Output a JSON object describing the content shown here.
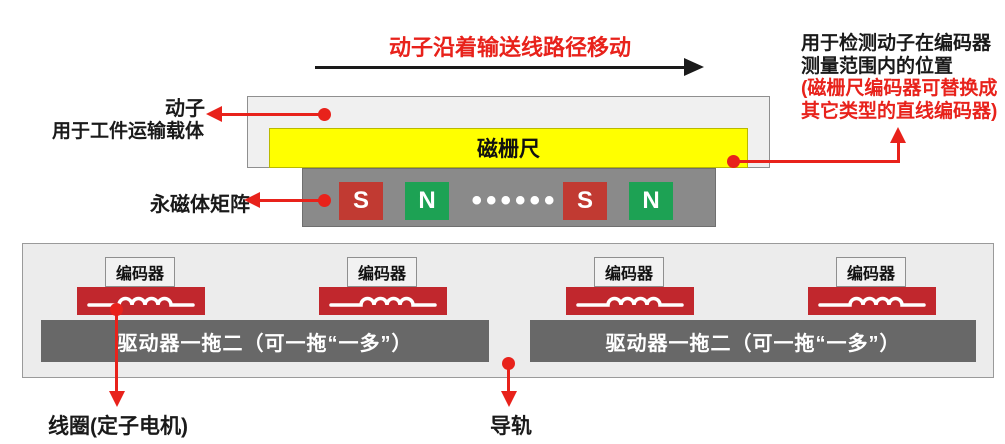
{
  "flow": {
    "label": "动子沿着输送线路径移动"
  },
  "annotation": {
    "line1": "用于检测动子在编码器",
    "line2": "测量范围内的位置",
    "line3": "(磁栅尺编码器可替换成",
    "line4": "其它类型的直线编码器)"
  },
  "mover": {
    "label": "动子",
    "sublabel": "用于工件运输载体",
    "scale_label": "磁栅尺",
    "magnet_label": "永磁体矩阵",
    "magnets": [
      {
        "pole": "S"
      },
      {
        "pole": "N"
      },
      {
        "pole": "S"
      },
      {
        "pole": "N"
      }
    ],
    "dots": "••••••"
  },
  "rail": {
    "encoder_label": "编码器",
    "driver_label": "驱动器一拖二（可一拖“一多”）",
    "coil_label": "线圈(定子电机)",
    "rail_label": "导轨",
    "coil_icon": "inductor-coil"
  },
  "colors": {
    "accent_red": "#e8221b",
    "scale_yellow": "#ffff00",
    "magnet_s_red": "#c13a32",
    "magnet_n_green": "#1da254",
    "coil_red": "#c1272d",
    "driver_gray": "#686868",
    "panel_gray": "#ececec"
  }
}
